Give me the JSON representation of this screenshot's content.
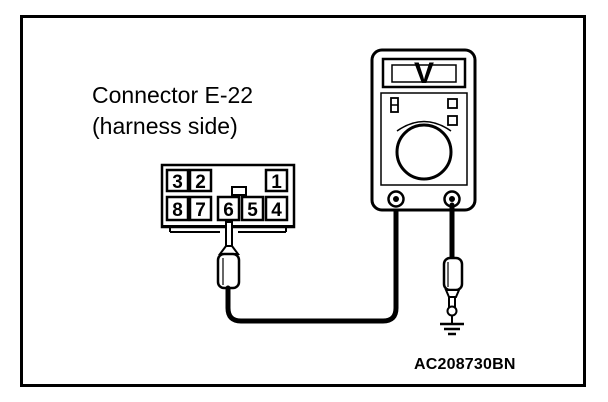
{
  "connector": {
    "title": "Connector E-22",
    "subtitle": "(harness side)",
    "pins_top": [
      "3",
      "2",
      "1"
    ],
    "pins_bottom": [
      "8",
      "7",
      "6",
      "5",
      "4"
    ],
    "probed_pin": "6"
  },
  "meter": {
    "display_symbol": "V"
  },
  "figure_code": "AC208730BN",
  "colors": {
    "stroke": "#000000",
    "background": "#ffffff"
  }
}
